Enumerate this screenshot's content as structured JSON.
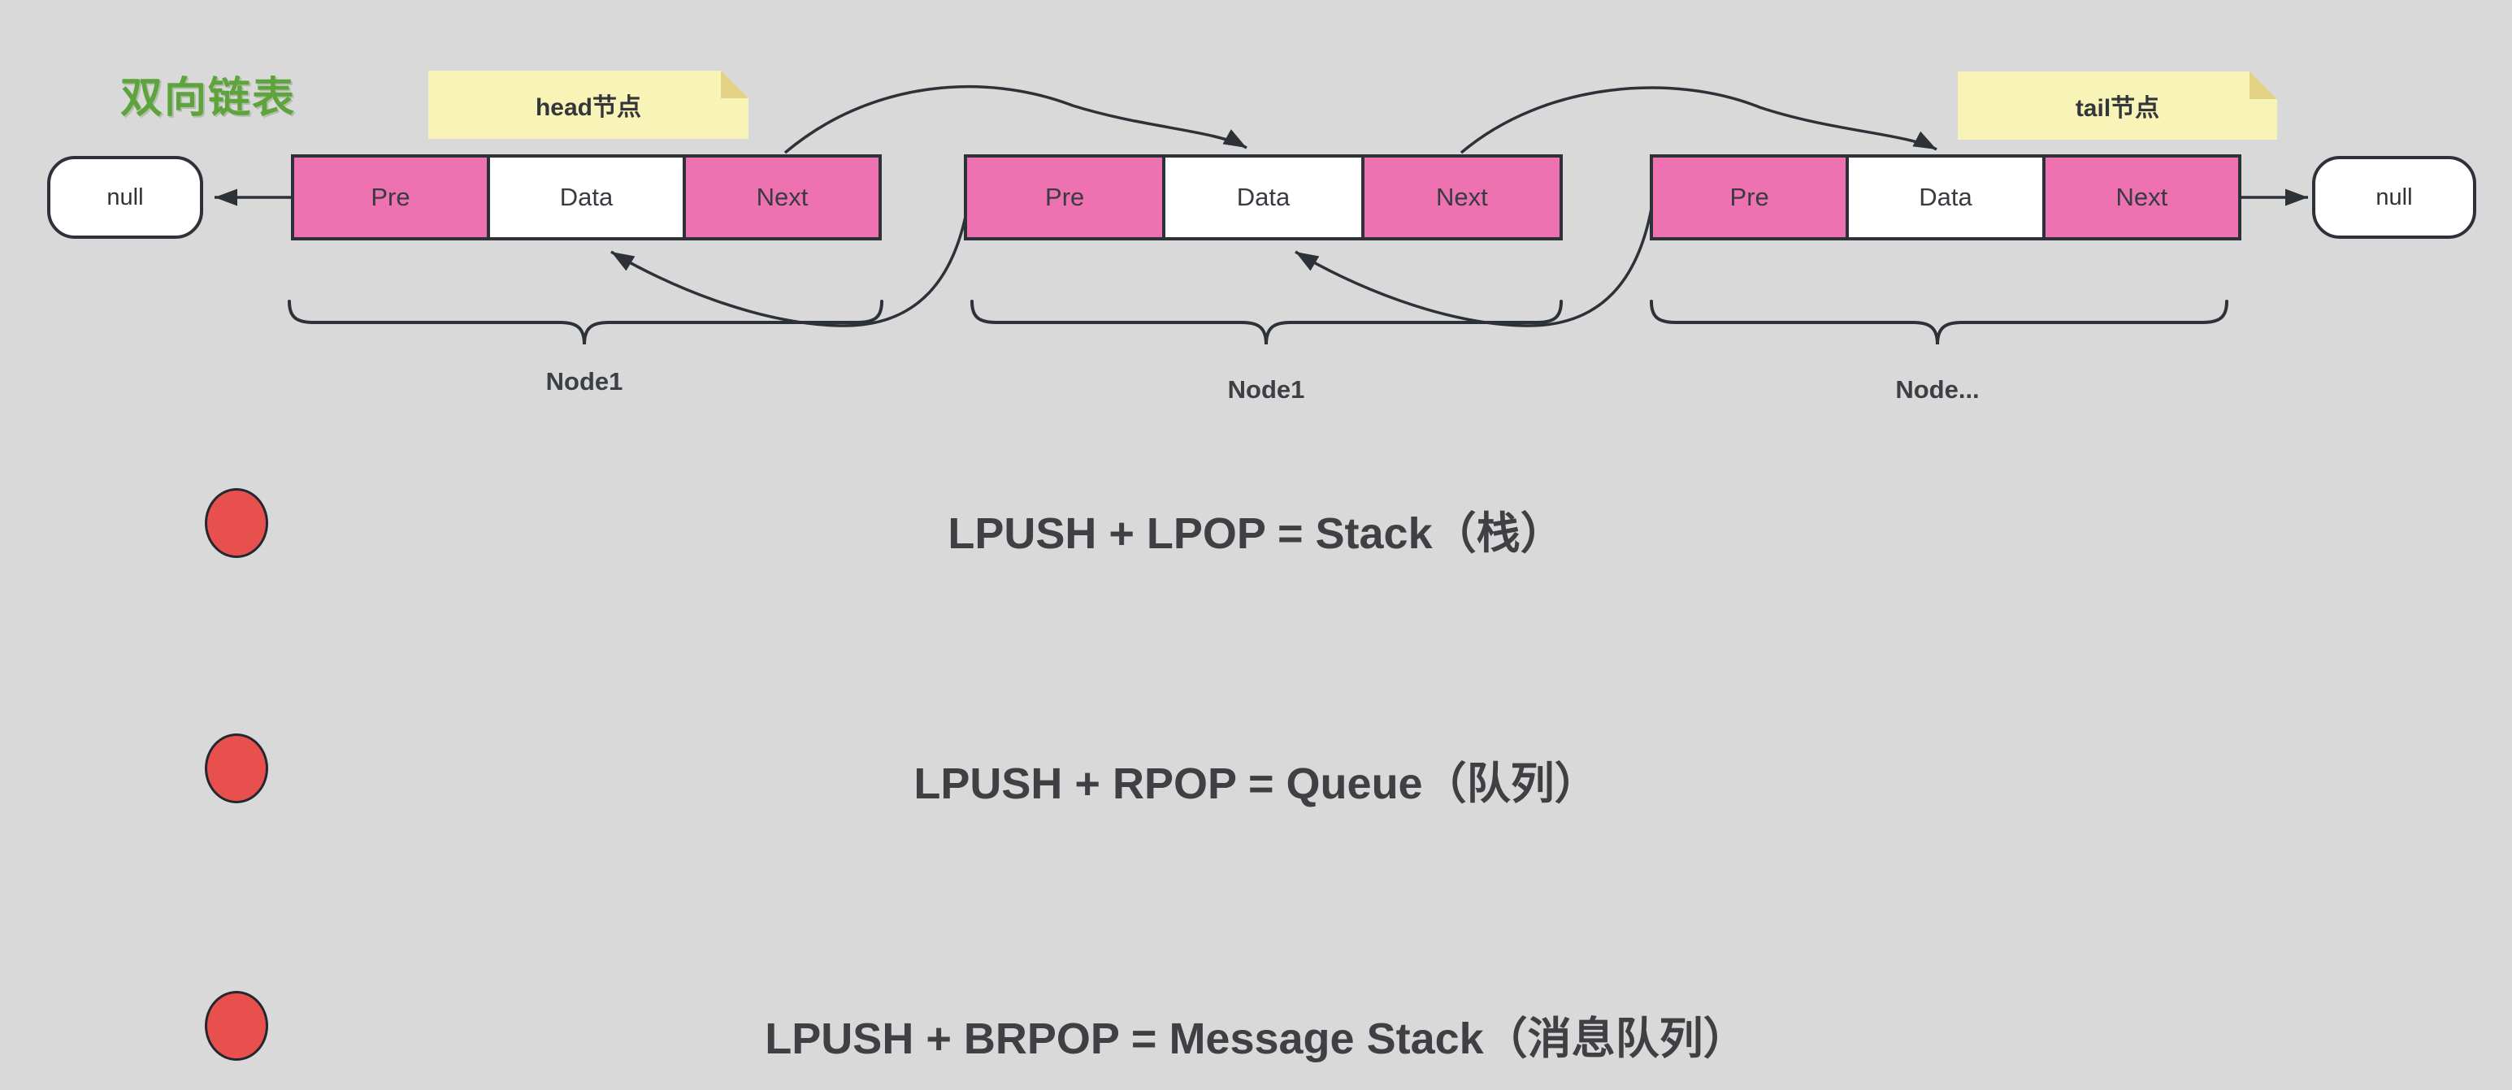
{
  "title": "双向链表",
  "notes": {
    "head": "head节点",
    "tail": "tail节点"
  },
  "terminators": {
    "left": "null",
    "right": "null"
  },
  "nodes": [
    {
      "label": "Node1",
      "cells": [
        "Pre",
        "Data",
        "Next"
      ]
    },
    {
      "label": "Node1",
      "cells": [
        "Pre",
        "Data",
        "Next"
      ]
    },
    {
      "label": "Node...",
      "cells": [
        "Pre",
        "Data",
        "Next"
      ]
    }
  ],
  "bullets": [
    "LPUSH + LPOP = Stack（栈）",
    "LPUSH + RPOP = Queue（队列）",
    "LPUSH + BRPOP = Message Stack（消息队列）"
  ],
  "colors": {
    "bg": "#d9d9d9",
    "pink": "#ee72b2",
    "white": "#ffffff",
    "line": "#2d3138",
    "noteFill": "#f8f3b6",
    "noteFold": "#e3d284",
    "titleGreen": "#5fa33c",
    "bulletRed": "#e8504d",
    "textDark": "#3e4043",
    "cellText": "#383b40"
  }
}
